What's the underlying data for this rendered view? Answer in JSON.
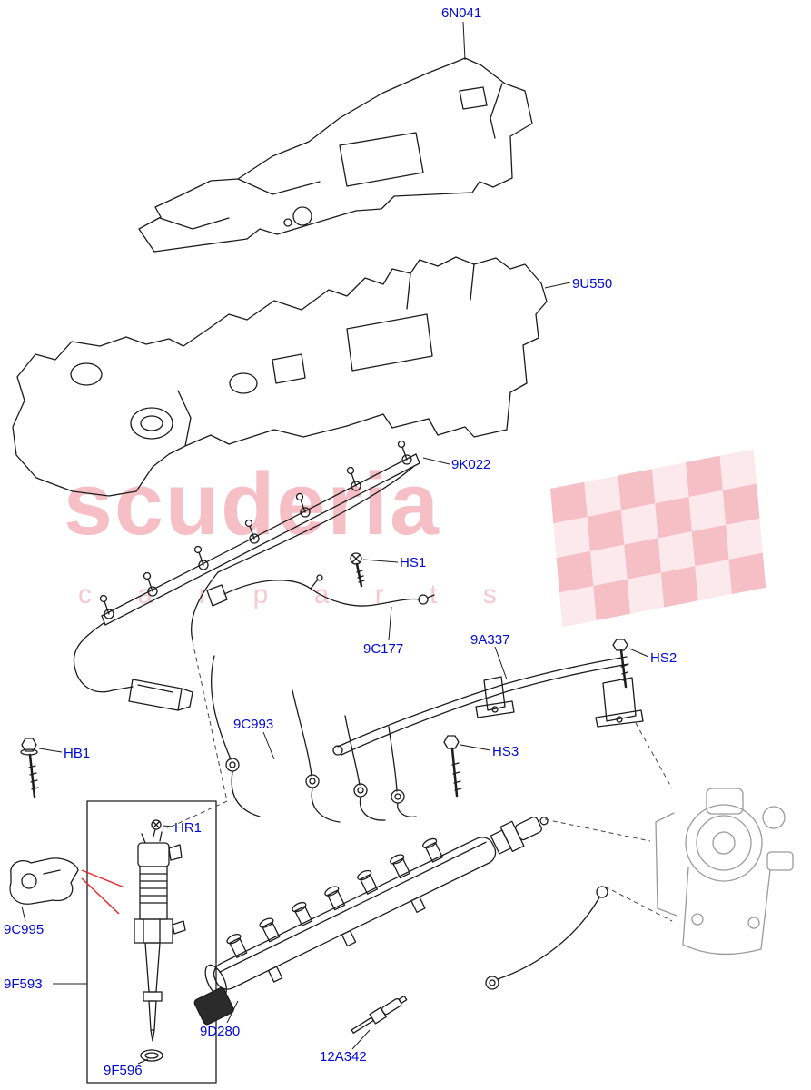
{
  "document_type": "exploded-parts-diagram",
  "subject": "Fuel injectors, rail and engine covers",
  "watermark": {
    "brand": "scuderia",
    "subtitle": "c a r  p a r t s"
  },
  "colors": {
    "label_blue": "#0008d6",
    "line_ink": "#1c1c1c",
    "watermark_pink": "#f5b9bf",
    "leader_red": "#e8252a",
    "pump_gray": "#9b9b9b"
  },
  "labels": {
    "cover_top": "6N041",
    "acoustic_cover": "9U550",
    "harness": "9K022",
    "bolt_hs1": "HS1",
    "return_hose": "9C177",
    "fuel_pipes": "9A337",
    "bolt_hs2": "HS2",
    "injector_pipes": "9C993",
    "bolt_hb1": "HB1",
    "bolt_hs3": "HS3",
    "screw_hr1": "HR1",
    "clamp": "9C995",
    "injector_assembly": "9F593",
    "fuel_rail": "9D280",
    "o_ring": "9F596",
    "glow_plug": "12A342"
  }
}
